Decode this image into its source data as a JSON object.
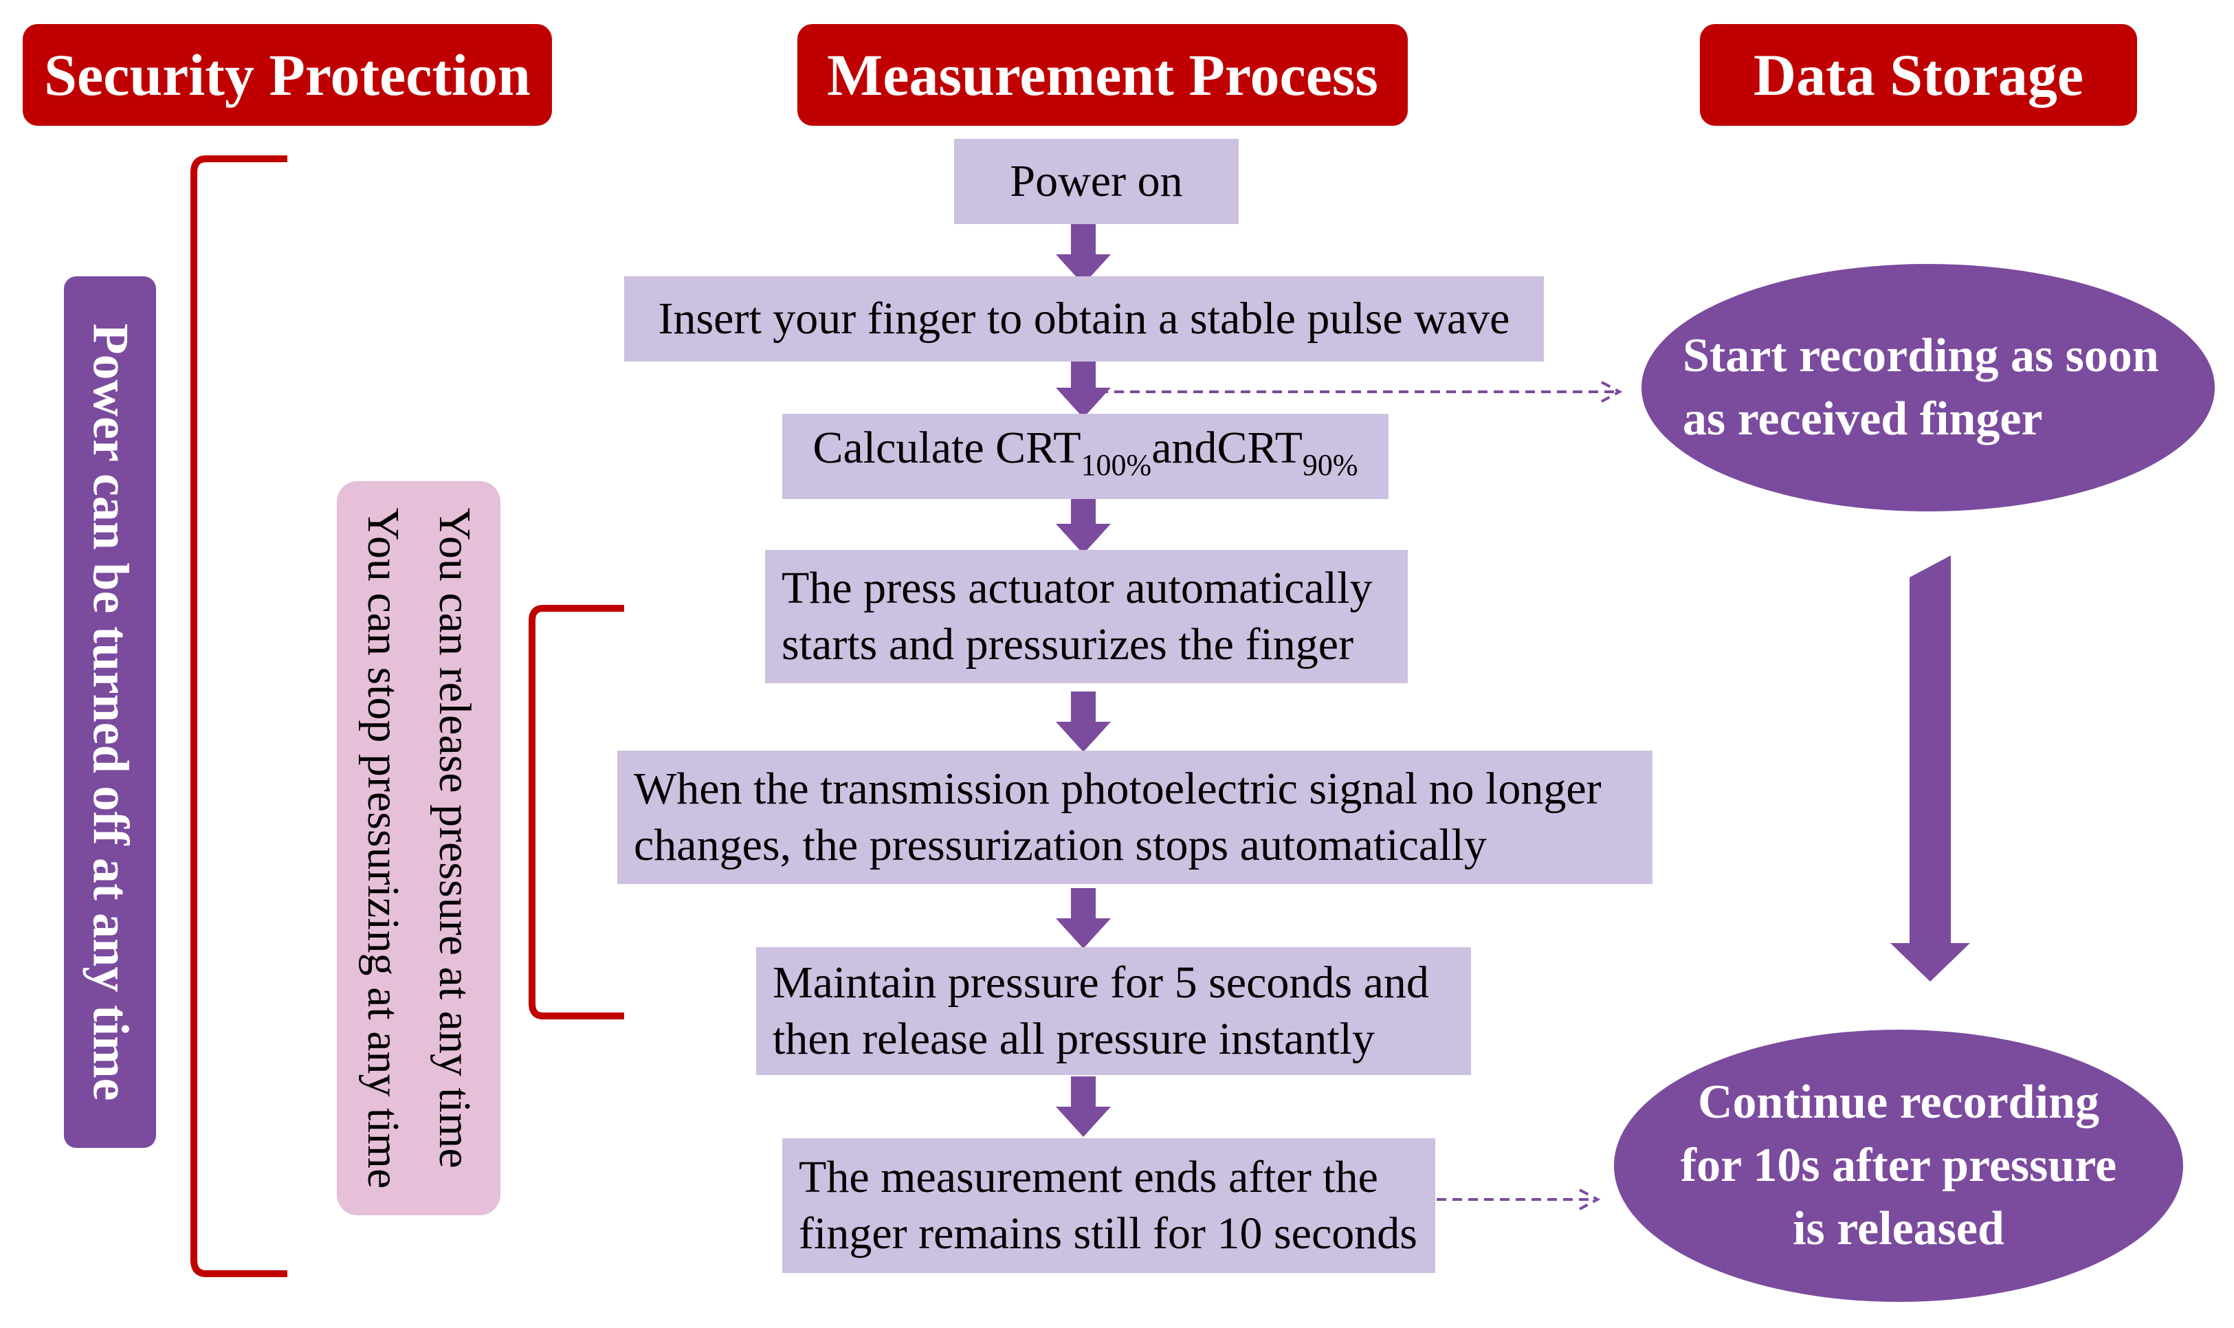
{
  "headers": {
    "security": "Security Protection",
    "measurement": "Measurement Process",
    "storage": "Data Storage"
  },
  "security_bar": "Power can be turned off at any time",
  "pressure_note": {
    "line1": "You can release pressure at any time",
    "line2": "You can stop pressurizing at any time"
  },
  "steps": {
    "power_on": "Power on",
    "insert_finger": "Insert your finger to obtain a stable pulse wave",
    "calculate": {
      "prefix": "Calculate CRT",
      "sub1": "100%",
      "mid": "andCRT",
      "sub2": "90%"
    },
    "press_actuator": {
      "line1": "The press actuator automatically",
      "line2": "starts and pressurizes the finger"
    },
    "signal": {
      "line1": "When the transmission photoelectric signal no longer",
      "line2": "changes, the pressurization stops automatically"
    },
    "maintain": {
      "line1": "Maintain pressure for 5 seconds and",
      "line2": "then release all pressure instantly"
    },
    "ends": {
      "line1": "The measurement ends after the",
      "line2": "finger remains still for 10 seconds"
    }
  },
  "storage": {
    "start": {
      "line1": "Start recording as soon",
      "line2": "as  received  finger"
    },
    "continue": {
      "line1": "Continue recording",
      "line2": "for 10s after pressure",
      "line3": "is released"
    }
  },
  "colors": {
    "header_red": "#c00000",
    "purple": "#7b4b9e",
    "lavender_box": "#ccc1e0",
    "pink_box": "#e6bfd8"
  }
}
